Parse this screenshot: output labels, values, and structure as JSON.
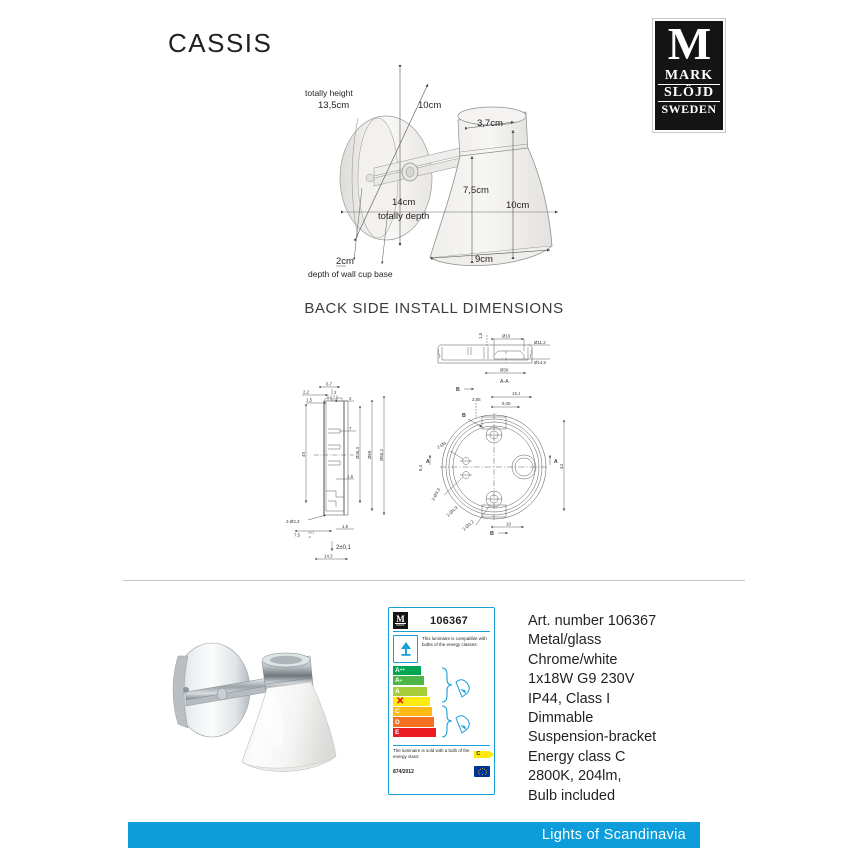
{
  "document": {
    "title": "CASSIS",
    "section_heading": "BACK SIDE INSTALL DIMENSIONS"
  },
  "logo": {
    "monogram": "M",
    "line1": "MARK",
    "line2": "SLÖJD",
    "line3": "SWEDEN"
  },
  "main_drawing": {
    "name": "wall-lamp-dimension-drawing",
    "labels": {
      "totally_height_caption": "totally height",
      "totally_height_value": "13,5cm",
      "backplate_diameter": "10cm",
      "neck_width": "3,7cm",
      "shade_height": "7,5cm",
      "shade_depth": "10cm",
      "totally_depth_value": "14cm",
      "totally_depth_caption": "totally depth",
      "shade_diameter": "9cm",
      "wall_cup_depth_value": "2cm",
      "wall_cup_depth_caption": "depth of wall cup base"
    }
  },
  "engineering_drawings": {
    "top_view": {
      "name": "wall-cup-section-a-a",
      "caption": "A-A",
      "b_marker": "B",
      "dims": [
        "1,5",
        "Ø16",
        "Ø11,2",
        "Ø14,5",
        "Ø30"
      ]
    },
    "left_view": {
      "name": "wall-cup-section-b-b",
      "caption": "B-B",
      "dims": [
        "6,7",
        "2",
        "2,2",
        "2",
        "1,5",
        "7",
        "1,5",
        "49",
        "Ø36,3",
        "Ø59",
        "Ø56,2",
        "2-Ø2,3",
        "1,5",
        "7,5+0.1/-0",
        "2±0,1",
        "14,3"
      ]
    },
    "plan_view": {
      "name": "wall-cup-plan-view",
      "caption": "B",
      "dims": [
        "16,1",
        "9,35",
        "3,85",
        "2-Ø3",
        "A",
        "A",
        "8,4",
        "2-Ø3,3",
        "2-Ø4,9",
        "2-Ø3,2",
        "10",
        "44",
        "2-Ø0,2",
        "2-Ø3",
        "2-Ø3,3"
      ]
    }
  },
  "product_photo": {
    "name": "cassis-wall-lamp-photo",
    "alt": "Chrome wall lamp with white glass shade"
  },
  "energy_label": {
    "article_number": "106367",
    "compatible_text": "This luminaire is compatible with bulbs of the energy classes:",
    "classes": [
      {
        "label": "A",
        "sup": "++",
        "color": "#00a651"
      },
      {
        "label": "A",
        "sup": "+",
        "color": "#4cb748"
      },
      {
        "label": "A",
        "sup": "",
        "color": "#a6ce39"
      },
      {
        "label": "B",
        "sup": "",
        "color": "#fcea10",
        "struck": true
      },
      {
        "label": "C",
        "sup": "",
        "color": "#fdb913"
      },
      {
        "label": "D",
        "sup": "",
        "color": "#f37021"
      },
      {
        "label": "E",
        "sup": "",
        "color": "#ed1c24"
      }
    ],
    "sold_with_text": "The luminaire is sold with a bulb of the energy class:",
    "sold_with_class": "C",
    "regulation": "874/2012",
    "eu_flag_name": "eu-flag"
  },
  "specifications": {
    "lines": [
      "Art. number 106367",
      "Metal/glass",
      "Chrome/white",
      "1x18W G9 230V",
      "IP44, Class I",
      "Dimmable",
      "Suspension-bracket",
      "Energy class C",
      "2800K, 204lm,",
      "Bulb included"
    ]
  },
  "footer": {
    "text": "Lights of Scandinavia",
    "color": "#0d9ddb"
  }
}
